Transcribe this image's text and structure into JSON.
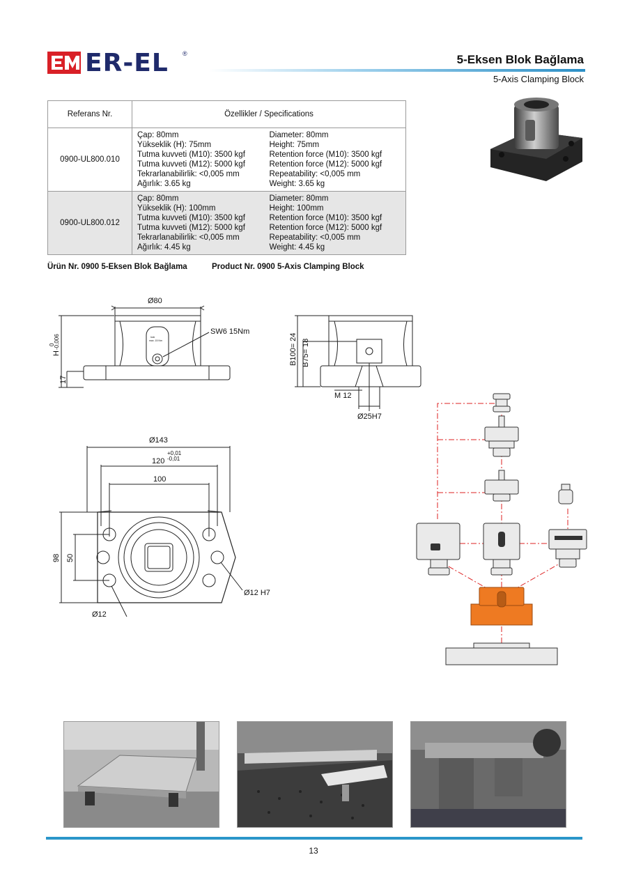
{
  "header": {
    "brand": "ER-EL",
    "brand_mark": "®",
    "title_tr": "5-Eksen Blok Bağlama",
    "title_en": "5-Axis Clamping Block",
    "accent_color": "#2b8fc6",
    "brand_color": "#1f2a6b",
    "logo_red": "#d92027"
  },
  "table": {
    "col_ref": "Referans Nr.",
    "col_spec": "Özellikler / Specifications",
    "rows": [
      {
        "ref": "0900-UL800.010",
        "tr": [
          "Çap: 80mm",
          "Yükseklik (H): 75mm",
          "Tutma kuvveti (M10): 3500 kgf",
          "Tutma kuvveti (M12): 5000 kgf",
          "Tekrarlanabilirlik: <0,005 mm",
          "Ağırlık: 3.65 kg"
        ],
        "en": [
          "Diameter: 80mm",
          "Height: 75mm",
          "Retention force (M10): 3500 kgf",
          "Retention force (M12): 5000 kgf",
          "Repeatability: <0,005 mm",
          "Weight: 3.65 kg"
        ]
      },
      {
        "ref": "0900-UL800.012",
        "tr": [
          "Çap: 80mm",
          "Yükseklik (H): 100mm",
          "Tutma kuvveti (M10): 3500 kgf",
          "Tutma kuvveti (M12): 5000 kgf",
          "Tekrarlanabilirlik: <0,005 mm",
          "Ağırlık: 4.45 kg"
        ],
        "en": [
          "Diameter: 80mm",
          "Height: 100mm",
          "Retention force (M10): 3500 kgf",
          "Retention force (M12): 5000 kgf",
          "Repeatability: <0,005 mm",
          "Weight: 4.45 kg"
        ]
      }
    ]
  },
  "product_line_tr": "Ürün Nr. 0900  5-Eksen Blok Bağlama",
  "product_line_en": "Product Nr. 0900  5-Axis Clamping Block",
  "drawing": {
    "d80": "Ø80",
    "sw6": "SW6  15Nm",
    "h_label": "H",
    "h_tol_top": "0",
    "h_tol_bot": "-0,006",
    "h17": "17",
    "b100": "B100= 24",
    "b75": "B75= 18",
    "m12": "M 12",
    "d25": "Ø25H7",
    "d143": "Ø143",
    "d120": "120",
    "d120_tol_top": "+0,01",
    "d120_tol_bot": "-0,01",
    "d100": "100",
    "h98": "98",
    "h50": "50",
    "d12h7": "Ø12 H7",
    "d12": "Ø12",
    "badge_line1": "lock",
    "badge_line2": "max. 15 Nm"
  },
  "exploded_highlight": "#ee7a22",
  "page_number": "13"
}
